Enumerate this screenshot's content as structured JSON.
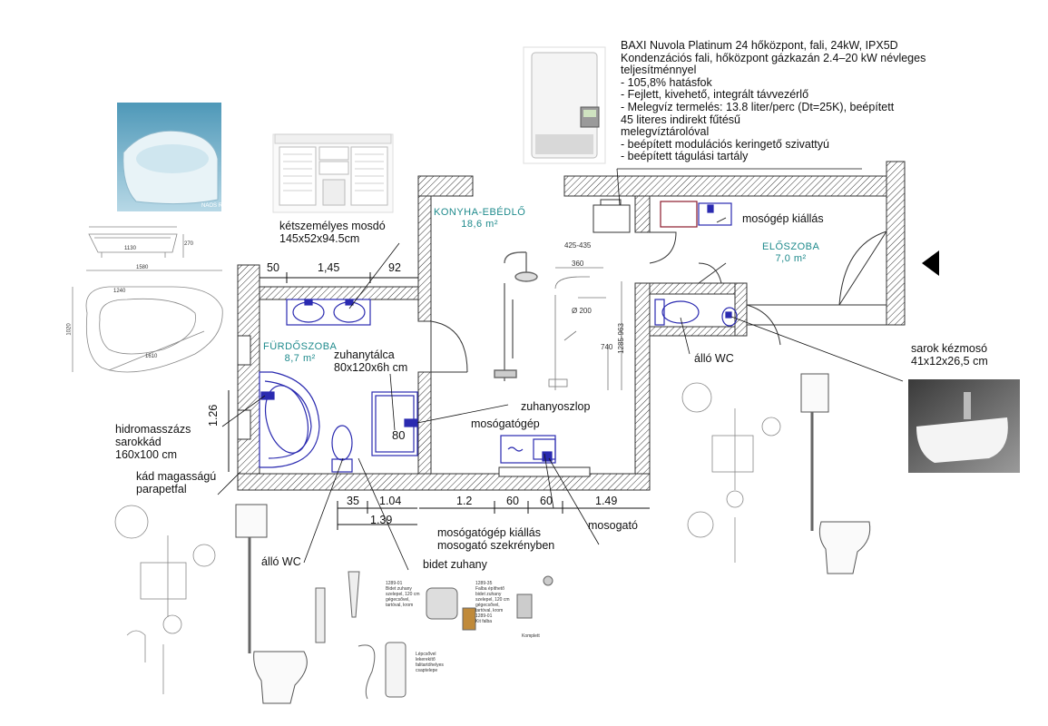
{
  "boiler": {
    "lines": [
      "BAXI Nuvola Platinum 24 hőközpont, fali, 24kW, IPX5D",
      "  Kondenzációs fali, hőközpont gázkazán 2.4–20 kW névleges",
      "  teljesítménnyel",
      "- 105,8% hatásfok",
      "- Fejlett, kivehető, integrált távvezérlő",
      "- Melegvíz termelés: 13.8 liter/perc (Dt=25K), beépített",
      "  45 literes indirekt fűtésű",
      "    melegvíztárolóval",
      "- beépített modulációs keringető szivattyú",
      "- beépített tágulási tartály"
    ]
  },
  "rooms": {
    "kitchen": {
      "name": "KONYHA-EBÉDLŐ",
      "area": "18,6  m²"
    },
    "bathroom": {
      "name": "FÜRDŐSZOBA",
      "area": "8,7  m²"
    },
    "hall": {
      "name": "ELŐSZOBA",
      "area": "7,0  m²"
    }
  },
  "labels": {
    "washbasin": "kétszemélyes mosdó",
    "washbasin_size": "145x52x94.5cm",
    "shower_tray": "zuhanytálca",
    "shower_tray_size": "80x120x6h cm",
    "shower_column": "zuhanyoszlop",
    "dishwasher": "mosógatógép",
    "dishwasher_outlet_1": "mosógatógép kiállás",
    "dishwasher_outlet_2": "mosogató szekrényben",
    "sink": "mosogató",
    "bidet_shower": "bidet zuhany",
    "wc_left": "álló WC",
    "wc_right": "álló WC",
    "washing_machine": "mosógép kiállás",
    "corner_basin": "sarok kézmosó",
    "corner_basin_size": "41x12x26,5 cm",
    "tub_1": "hidromasszázs",
    "tub_2": "sarokkád",
    "tub_3": "160x100 cm",
    "parapet_1": "kád magasságú",
    "parapet_2": "parapetfal",
    "tub_photo_caption": "NAOS R",
    "tray_number": "80"
  },
  "dimensions": {
    "top_left": "50",
    "top_mid": "1,45",
    "top_right": "92",
    "side": "1.26",
    "b_35": "35",
    "b_104": "1.04",
    "b_139": "1.39",
    "b_12": "1.2",
    "b_60a": "60",
    "b_60b": "60",
    "b_149": "1.49"
  },
  "shower_drawing": {
    "d_top": "425-435",
    "d_mid": "360",
    "d_head": "Ø 200",
    "d_h1": "1285-963",
    "d_h2": "740"
  },
  "tub_drawing": {
    "w1": "1580",
    "w2": "1240",
    "w3": "1130",
    "d1": "270",
    "h1": "1020",
    "arc": "1610"
  },
  "bidet_product": {
    "col1_code": "1289-01",
    "col1_text": "Bidet zuhany szelepel, 120 cm gégecsővel, tartóval, krom",
    "col2_code": "1289-35",
    "col2_text": "Falba építhető bidet zuhany szelepel, 120 cm gégecsővel, tartóval, krom",
    "col2_code2": "1289-01",
    "col2_text2": "Kit falba",
    "col3_text": "Komplett",
    "col4_text": "Lépcsővel lekerekítő falitartóhelyes csaptelepe"
  }
}
